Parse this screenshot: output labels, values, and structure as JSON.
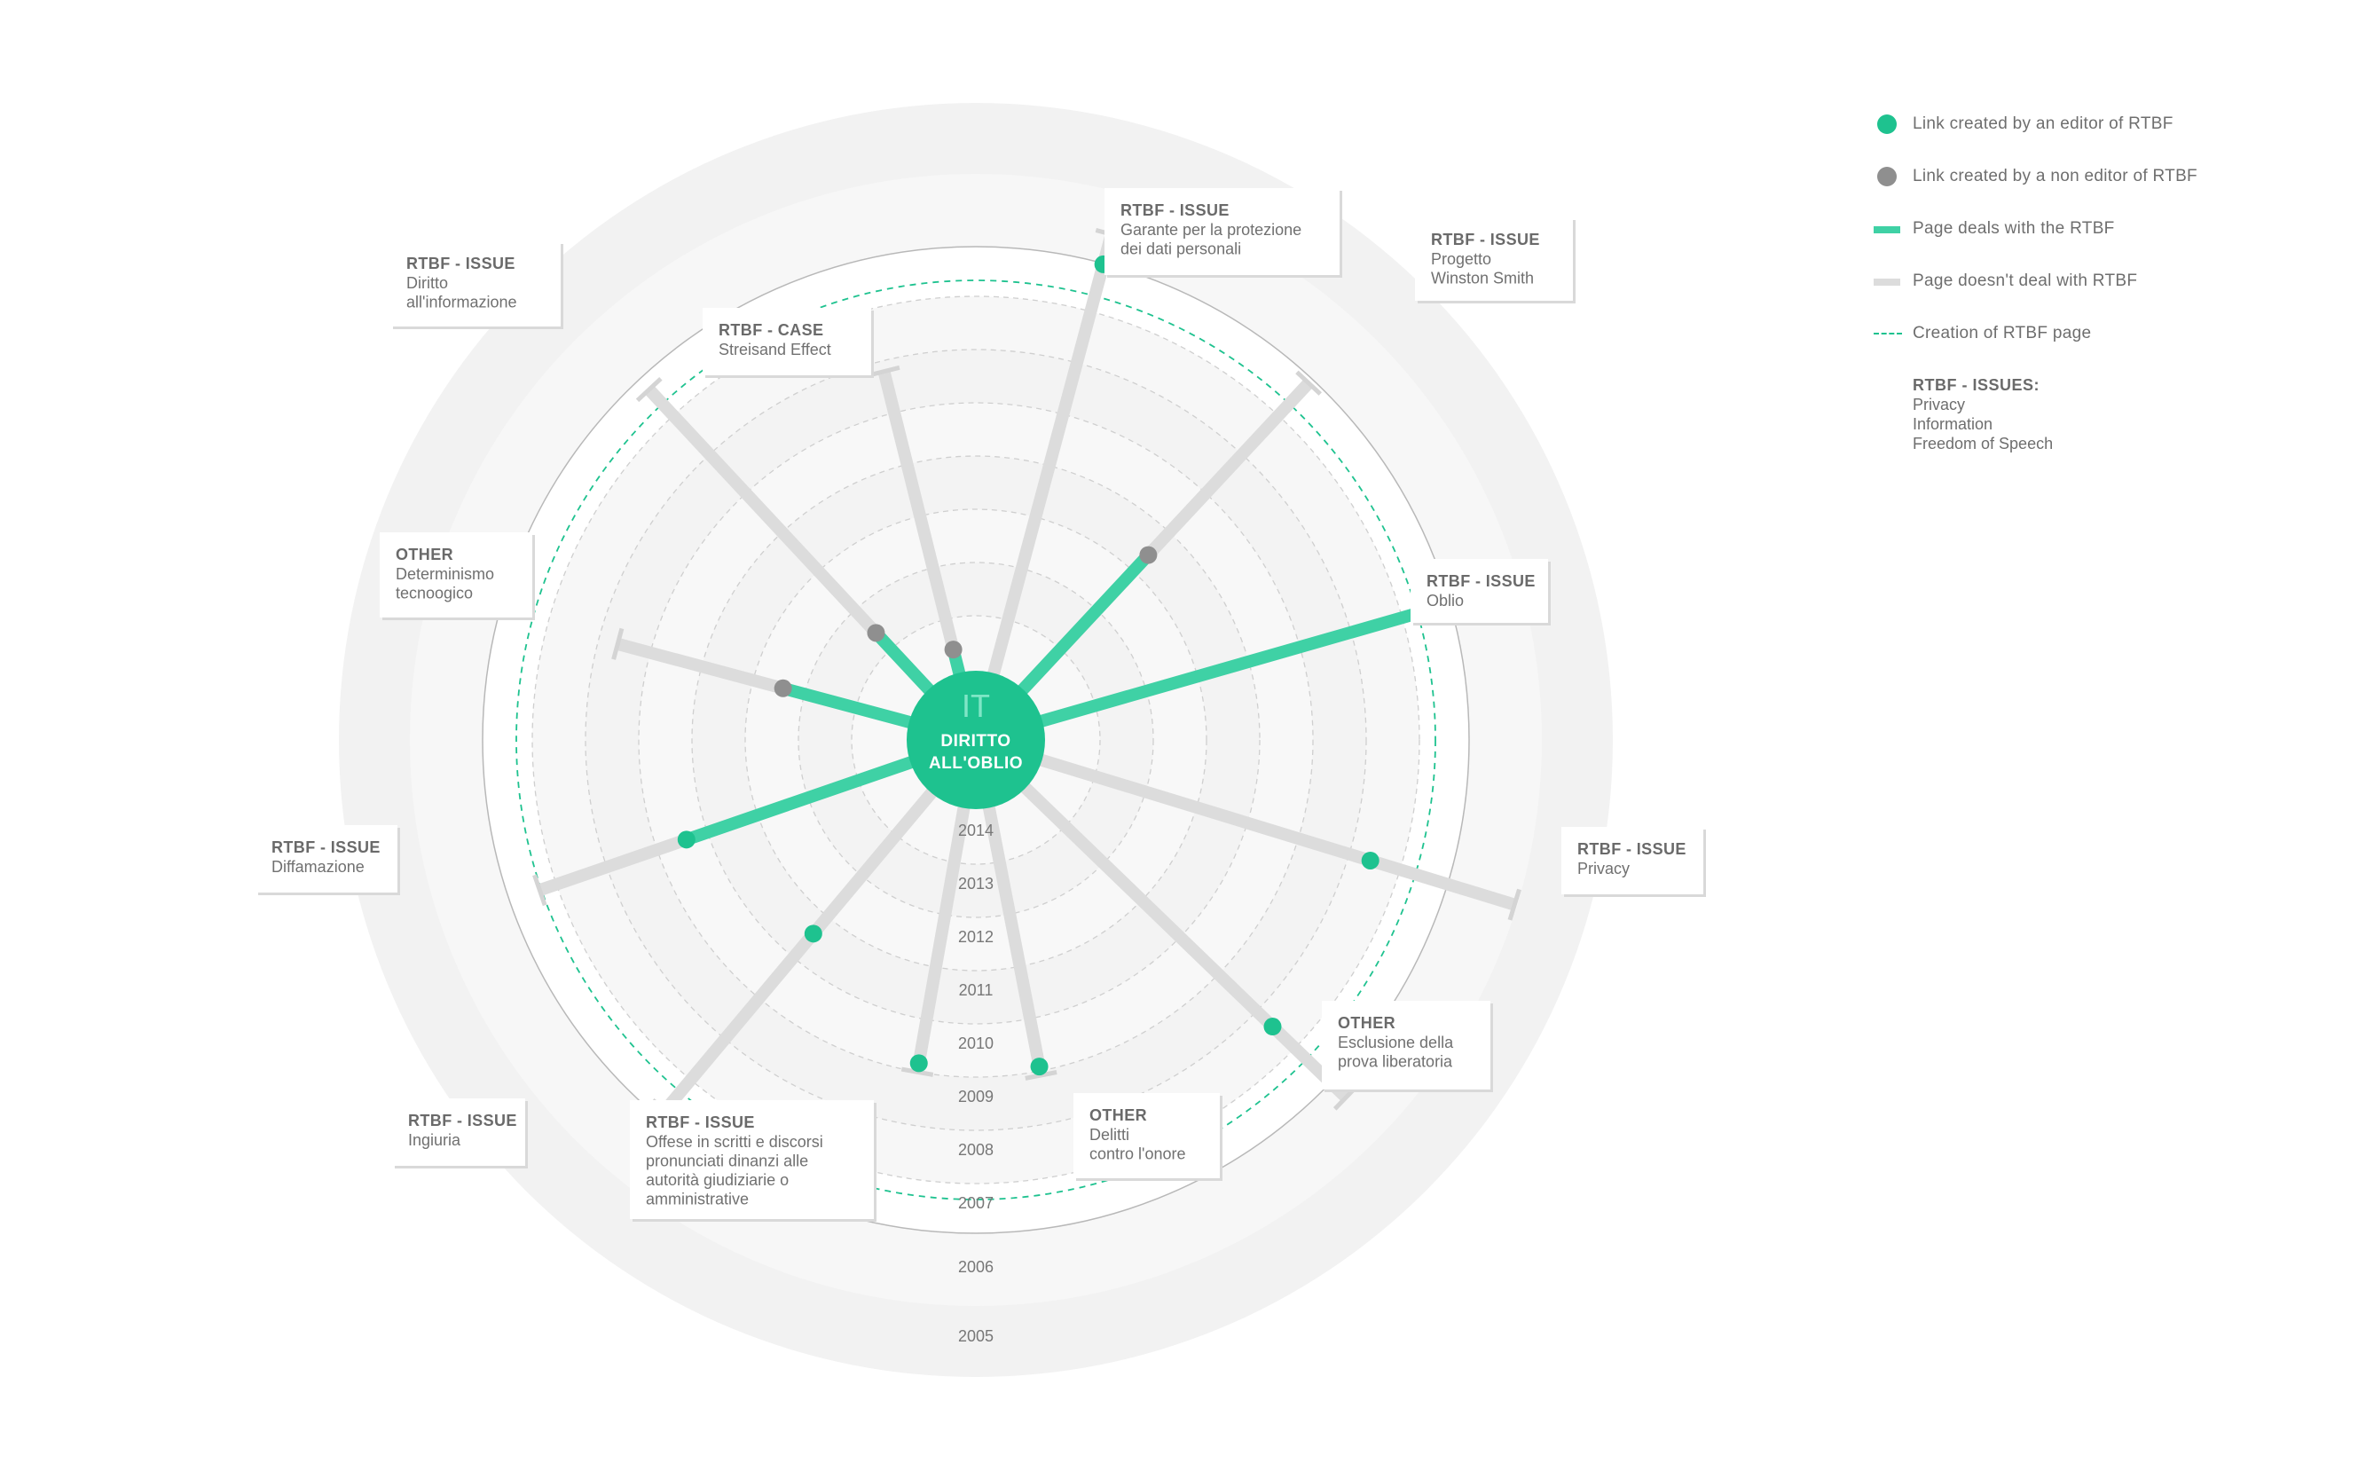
{
  "center": {
    "lang": "IT",
    "title_line1": "DIRITTO",
    "title_line2": "ALL'OBLIO"
  },
  "years": [
    "2014",
    "2013",
    "2012",
    "2011",
    "2010",
    "2009",
    "2008",
    "2007",
    "2006",
    "2005"
  ],
  "colors": {
    "editor_link": "#1ec28f",
    "non_editor_link": "#8f8f8f",
    "deals_rtbf": "#3fd1a5",
    "not_deals_rtbf": "#dcdcdc",
    "creation_line": "#1ec28f"
  },
  "links": [
    {
      "category": "RTBF - ISSUE",
      "lines": [
        "Garante per la protezione",
        "dei dati personali"
      ],
      "link_by": "editor",
      "created": "2007"
    },
    {
      "category": "RTBF - ISSUE",
      "lines": [
        "Progetto",
        "Winston Smith"
      ],
      "link_by": "non-editor",
      "created": "2011"
    },
    {
      "category": "RTBF - ISSUE",
      "lines": [
        "Oblio"
      ],
      "link_by": "non-editor",
      "created": "2007"
    },
    {
      "category": "RTBF - ISSUE",
      "lines": [
        "Privacy"
      ],
      "link_by": "editor",
      "created": "2008"
    },
    {
      "category": "OTHER",
      "lines": [
        "Esclusione della",
        "prova liberatoria"
      ],
      "link_by": "editor",
      "created": "2008"
    },
    {
      "category": "OTHER",
      "lines": [
        "Delitti",
        "contro l'onore"
      ],
      "link_by": "editor",
      "created": "2009"
    },
    {
      "category": "RTBF - ISSUE",
      "lines": [
        "Offese in scritti e discorsi",
        "pronunciati dinanzi alle",
        "autorità giudiziarie o",
        "amministrative"
      ],
      "link_by": "editor",
      "created": "2009"
    },
    {
      "category": "RTBF - ISSUE",
      "lines": [
        "Ingiuria"
      ],
      "link_by": "editor",
      "created": "2011"
    },
    {
      "category": "RTBF - ISSUE",
      "lines": [
        "Diffamazione"
      ],
      "link_by": "editor",
      "created": "2010"
    },
    {
      "category": "OTHER",
      "lines": [
        "Determinismo",
        "tecnoogico"
      ],
      "link_by": "non-editor",
      "created": "2012"
    },
    {
      "category": "RTBF - ISSUE",
      "lines": [
        "Diritto",
        "all'informazione"
      ],
      "link_by": "non-editor",
      "created": "2013"
    },
    {
      "category": "RTBF - CASE",
      "lines": [
        "Streisand Effect"
      ],
      "link_by": "non-editor",
      "created": "2014"
    }
  ],
  "legend": {
    "editor": "Link created by an editor of RTBF",
    "non_editor": "Link created by a non editor of RTBF",
    "deals": "Page deals with the RTBF",
    "not_deals": "Page doesn't deal with RTBF",
    "creation": "Creation of RTBF page",
    "issues_title": "RTBF - ISSUES:",
    "issues": [
      "Privacy",
      "Information",
      "Freedom of Speech"
    ]
  }
}
